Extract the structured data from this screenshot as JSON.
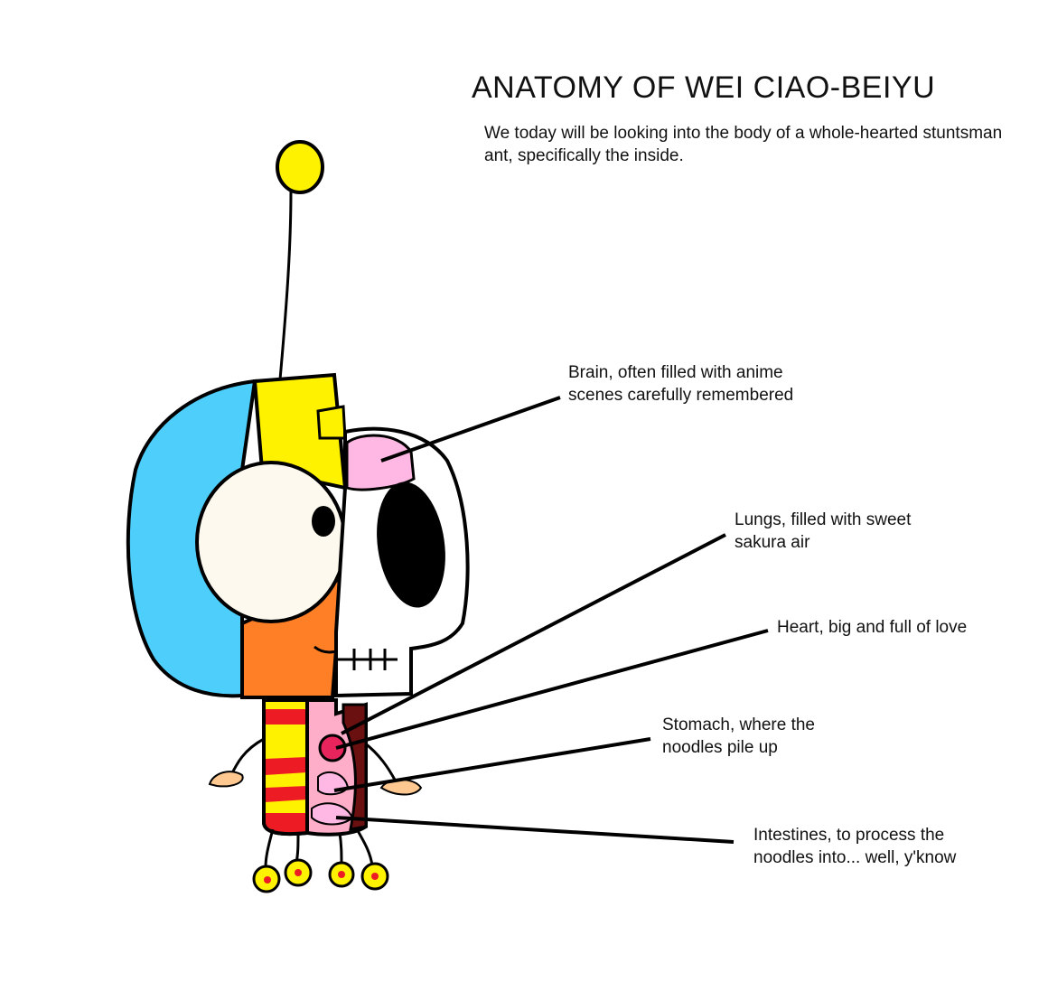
{
  "title": "ANATOMY OF WEI CIAO-BEIYU",
  "intro": "We today will be looking into the body of a whole-hearted stuntsman ant, specifically the inside.",
  "labels": {
    "brain": "Brain, often filled with anime\nscenes carefully remembered",
    "lungs": "Lungs, filled with sweet\nsakura air",
    "heart": "Heart, big and full of love",
    "stomach": "Stomach, where the\nnoodles pile up",
    "intestines": "Intestines, to process the\nnoodles into... well, y'know"
  },
  "colors": {
    "helmet_blue": "#4ecffb",
    "helmet_yellow": "#fff200",
    "face_orange": "#ff7f27",
    "eye_white": "#fdf9ee",
    "brain_pink": "#ffb8e3",
    "stripe_red": "#ed1c24",
    "organ_pink": "#ffaec9",
    "heart_red": "#e7245c",
    "intestine_dark": "#6b1010",
    "hand_peach": "#ffc890",
    "outline": "#000000"
  }
}
